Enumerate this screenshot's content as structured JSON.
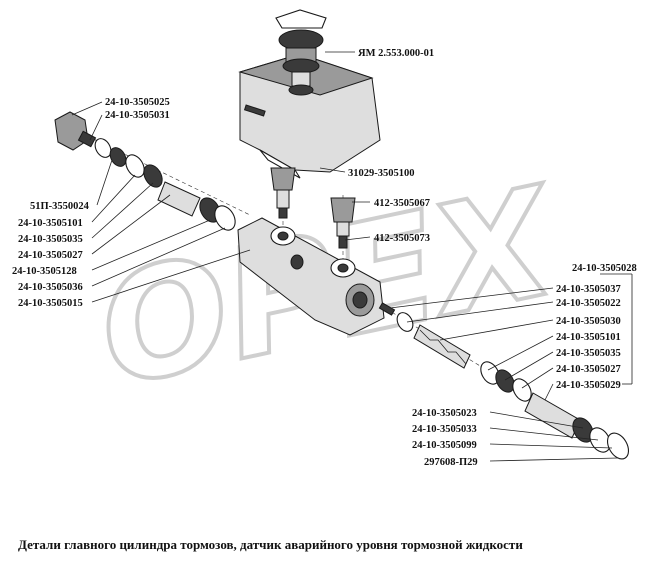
{
  "watermark": "OPEX",
  "caption": "Детали главного цилиндра тормозов, датчик аварийного уровня тормозной жидкости",
  "labels": [
    "ЯМ 2.553.000-01",
    "24-10-3505025",
    "24-10-3505031",
    "31029-3505100",
    "51П-3550024",
    "412-3505067",
    "24-10-3505101",
    "412-3505073",
    "24-10-3505035",
    "24-10-3505027",
    "24-10-3505028",
    "24-10-3505128",
    "24-10-3505036",
    "24-10-3505037",
    "24-10-3505015",
    "24-10-3505022",
    "24-10-3505030",
    "24-10-3505101",
    "24-10-3505035",
    "24-10-3505027",
    "24-10-3505029",
    "24-10-3505023",
    "24-10-3505033",
    "24-10-3505099",
    "297608-П29"
  ]
}
